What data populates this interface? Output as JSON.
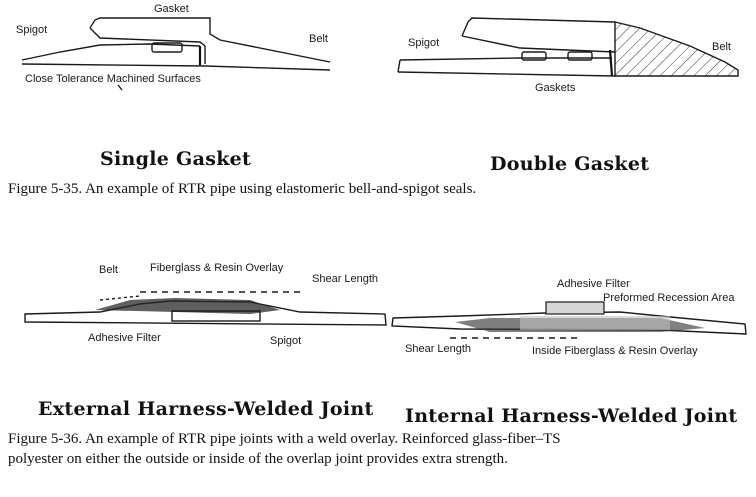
{
  "figure_35": {
    "single_gasket": {
      "label_gasket": "Gasket",
      "label_spigot": "Spigot",
      "label_belt": "Belt",
      "label_surfaces": "Close Tolerance Machined Surfaces",
      "heading": "Single Gasket"
    },
    "double_gasket": {
      "label_spigot": "Spigot",
      "label_belt": "Belt",
      "label_gaskets": "Gaskets",
      "heading": "Double Gasket"
    },
    "caption": "Figure 5-35.  An example of RTR pipe using elastomeric bell-and-spigot seals."
  },
  "figure_36": {
    "external_joint": {
      "label_belt": "Belt",
      "label_overlay": "Fiberglass & Resin Overlay",
      "label_shear": "Shear Length",
      "label_adhesive": "Adhesive Filter",
      "label_spigot": "Spigot",
      "heading": "External Harness-Welded Joint"
    },
    "internal_joint": {
      "label_adhesive": "Adhesive Filter",
      "label_recession": "Preformed Recession Area",
      "label_shear": "Shear Length",
      "label_overlay": "Inside Fiberglass & Resin Overlay",
      "heading": "Internal Harness-Welded Joint"
    },
    "caption_line1": "Figure 5-36.  An example of RTR pipe joints with a weld overlay. Reinforced glass-fiber–TS",
    "caption_line2": "polyester on either the outside or inside of the overlap joint provides extra strength."
  }
}
